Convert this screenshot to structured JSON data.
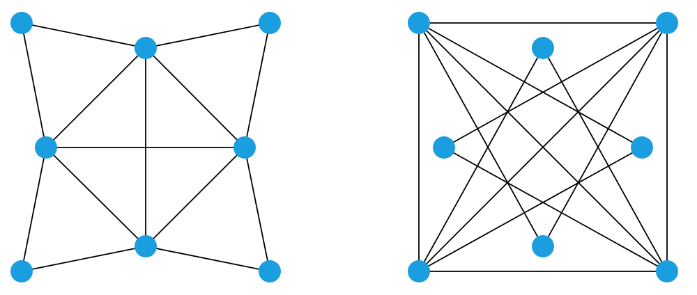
{
  "colors": {
    "node": "#1a9ee0",
    "edge": "#000000",
    "background": "#ffffff"
  },
  "graphs": [
    {
      "id": "left-graph",
      "nodes": [
        "outer-top-left",
        "outer-top-right",
        "outer-bottom-left",
        "outer-bottom-right",
        "inner-top",
        "inner-left",
        "inner-right",
        "inner-bottom"
      ],
      "edges": [
        [
          "outer-top-left",
          "inner-top"
        ],
        [
          "outer-top-left",
          "inner-left"
        ],
        [
          "outer-top-right",
          "inner-top"
        ],
        [
          "outer-top-right",
          "inner-right"
        ],
        [
          "outer-bottom-left",
          "inner-left"
        ],
        [
          "outer-bottom-left",
          "inner-bottom"
        ],
        [
          "outer-bottom-right",
          "inner-right"
        ],
        [
          "outer-bottom-right",
          "inner-bottom"
        ],
        [
          "inner-top",
          "inner-left"
        ],
        [
          "inner-top",
          "inner-right"
        ],
        [
          "inner-top",
          "inner-bottom"
        ],
        [
          "inner-left",
          "inner-right"
        ],
        [
          "inner-left",
          "inner-bottom"
        ],
        [
          "inner-right",
          "inner-bottom"
        ]
      ]
    },
    {
      "id": "right-graph",
      "nodes": [
        "corner-top-left",
        "corner-top-right",
        "corner-bottom-left",
        "corner-bottom-right",
        "mid-top",
        "mid-left",
        "mid-right",
        "mid-bottom"
      ],
      "edges": [
        [
          "corner-top-left",
          "corner-top-right"
        ],
        [
          "corner-top-left",
          "corner-bottom-left"
        ],
        [
          "corner-top-right",
          "corner-bottom-right"
        ],
        [
          "corner-bottom-left",
          "corner-bottom-right"
        ],
        [
          "corner-top-left",
          "corner-bottom-right"
        ],
        [
          "corner-top-right",
          "corner-bottom-left"
        ],
        [
          "corner-top-left",
          "mid-bottom"
        ],
        [
          "corner-top-left",
          "mid-right"
        ],
        [
          "corner-top-right",
          "mid-bottom"
        ],
        [
          "corner-top-right",
          "mid-left"
        ],
        [
          "corner-bottom-left",
          "mid-top"
        ],
        [
          "corner-bottom-left",
          "mid-right"
        ],
        [
          "corner-bottom-right",
          "mid-top"
        ],
        [
          "corner-bottom-right",
          "mid-left"
        ]
      ]
    }
  ]
}
